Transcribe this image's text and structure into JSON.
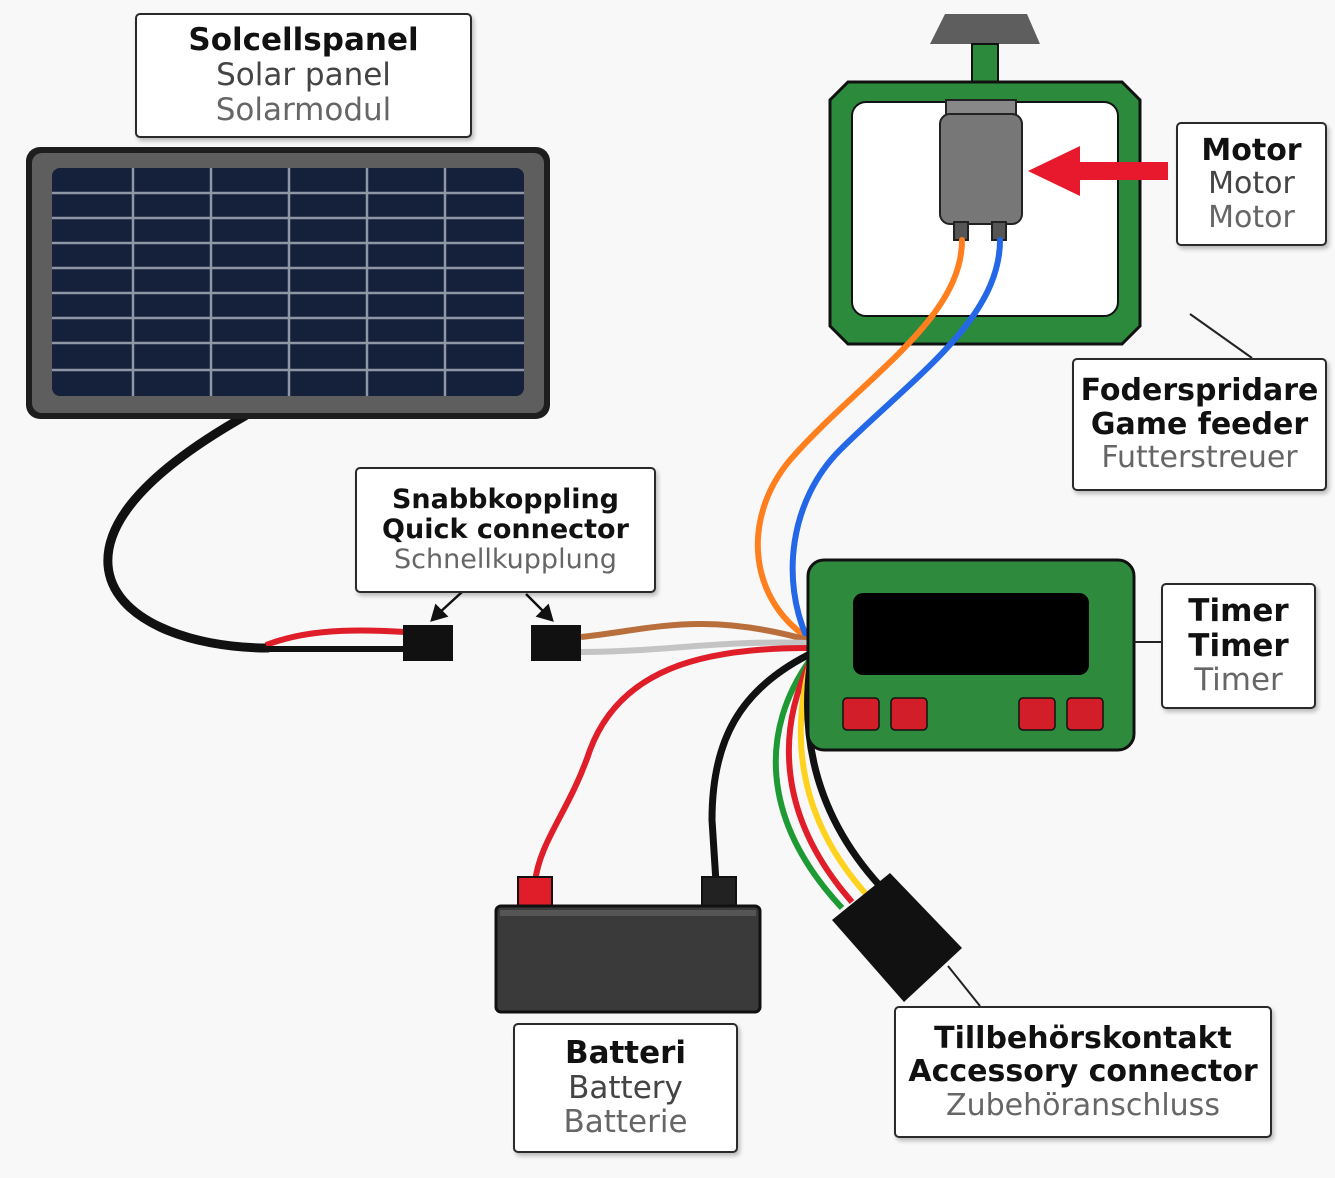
{
  "labels": {
    "solar_panel": {
      "sv": "Solcellspanel",
      "en": "Solar panel",
      "de": "Solarmodul"
    },
    "quick_connector": {
      "sv": "Snabbkoppling",
      "en": "Quick connector",
      "de": "Schnellkupplung"
    },
    "motor": {
      "sv": "Motor",
      "en": "Motor",
      "de": "Motor"
    },
    "game_feeder": {
      "sv": "Foderspridare",
      "en": "Game feeder",
      "de": "Futterstreuer"
    },
    "timer": {
      "sv": "Timer",
      "en": "Timer",
      "de": "Timer"
    },
    "battery": {
      "sv": "Batteri",
      "en": "Battery",
      "de": "Batterie"
    },
    "accessory_connector": {
      "sv": "Tillbehörskontakt",
      "en": "Accessory connector",
      "de": "Zubehöranschluss"
    }
  },
  "colors": {
    "feeder_green": "#2c8a3c",
    "timer_green": "#2e8b3e",
    "panel_frame": "#5a5a5a",
    "panel_cell": "#15213a",
    "wire_orange": "#ff7f1e",
    "wire_blue": "#2468e8",
    "wire_red": "#e01e2a",
    "wire_black": "#111111",
    "wire_brown": "#b86f3c",
    "wire_gray": "#c4c4c4",
    "wire_green": "#1e9a35",
    "wire_yellow": "#ffd21e",
    "arrow_red": "#e8192c",
    "button_red": "#d21e28"
  }
}
